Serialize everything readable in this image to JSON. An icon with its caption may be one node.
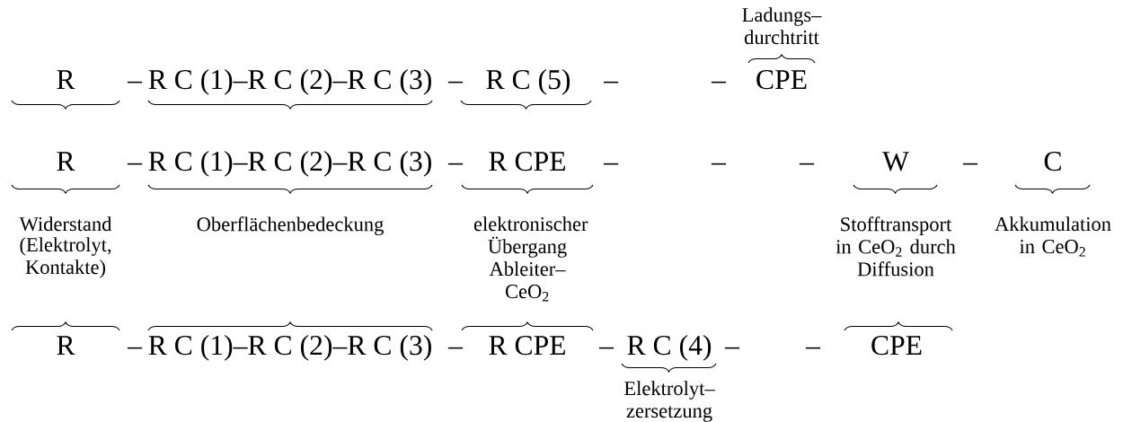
{
  "diagram": {
    "nodes": [
      {
        "text": [
          "R"
        ]
      },
      {
        "text": [
          "R C (1)–R C (2)–R C (3)"
        ]
      },
      {
        "text": [
          "R C (5)"
        ]
      },
      {
        "text": [
          "CPE"
        ]
      },
      {
        "text": [
          "R"
        ]
      },
      {
        "text": [
          "R C (1)–R C (2)–R C (3)"
        ]
      },
      {
        "text": [
          "R CPE"
        ]
      },
      {
        "text": [
          "W"
        ]
      },
      {
        "text": [
          "C"
        ]
      },
      {
        "text": [
          "R"
        ]
      },
      {
        "text": [
          "R C (1)–R C (2)–R C (3)"
        ]
      },
      {
        "text": [
          "R CPE"
        ]
      },
      {
        "text": [
          "R C (4)"
        ]
      },
      {
        "text": [
          "CPE"
        ]
      }
    ],
    "labels": [
      "Ladungs– durchtritt",
      "–",
      "–",
      "–",
      "–",
      "–",
      "–",
      "–",
      "–",
      "–",
      "–",
      "Widerstand",
      "Oberflächenbedeckung",
      "elektronischer Übergang Ableiter–CeO$_{2}$",
      "Stofftransport in CeO$_{2}$ durch Diffusion",
      "Akkumulation in CeO$_{2}$",
      "(Elektrolyt, Kontakte)",
      "–",
      "–",
      "–",
      "–",
      "–",
      "Elektrolyt– zersetzung"
    ]
  }
}
